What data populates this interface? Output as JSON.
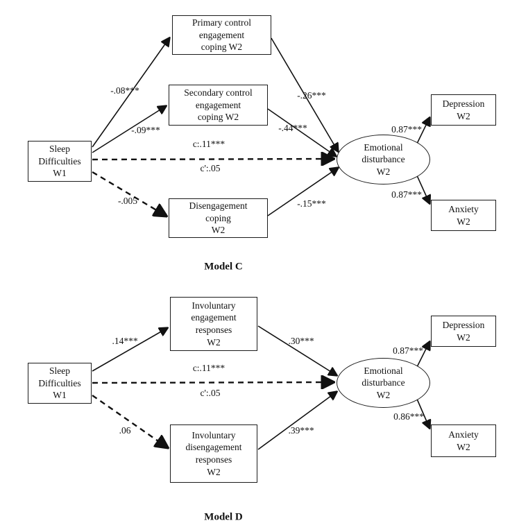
{
  "model_c": {
    "caption": "Model C",
    "nodes": {
      "sleep": "Sleep\nDifficulties\nW1",
      "primary": "Primary control\nengagement\ncoping W2",
      "secondary": "Secondary control\nengagement\ncoping W2",
      "disengagement": "Disengagement\ncoping\nW2",
      "emotional": "Emotional\ndisturbance\nW2",
      "depression": "Depression\nW2",
      "anxiety": "Anxiety\nW2"
    },
    "coefficients": {
      "sleep_primary": "-.08***",
      "sleep_secondary": "-.09***",
      "direct_c": "c:.11***",
      "direct_c_prime": "c':.05",
      "sleep_disengagement": "-.005",
      "primary_emotional": "-.26***",
      "secondary_emotional": "-.44***",
      "disengagement_emotional": "-.15***",
      "emotional_depression": "0.87***",
      "emotional_anxiety": "0.87***"
    }
  },
  "model_d": {
    "caption": "Model D",
    "nodes": {
      "sleep": "Sleep\nDifficulties\nW1",
      "inv_engagement": "Involuntary\nengagement\nresponses\nW2",
      "inv_disengagement": "Involuntary\ndisengagement\nresponses\nW2",
      "emotional": "Emotional\ndisturbance\nW2",
      "depression": "Depression\nW2",
      "anxiety": "Anxiety\nW2"
    },
    "coefficients": {
      "sleep_inv_engagement": ".14***",
      "direct_c": "c:.11***",
      "direct_c_prime": "c':.05",
      "sleep_inv_disengagement": ".06",
      "inv_engagement_emotional": ".30***",
      "inv_disengagement_emotional": ".39***",
      "emotional_depression": "0.87***",
      "emotional_anxiety": "0.86***"
    }
  }
}
